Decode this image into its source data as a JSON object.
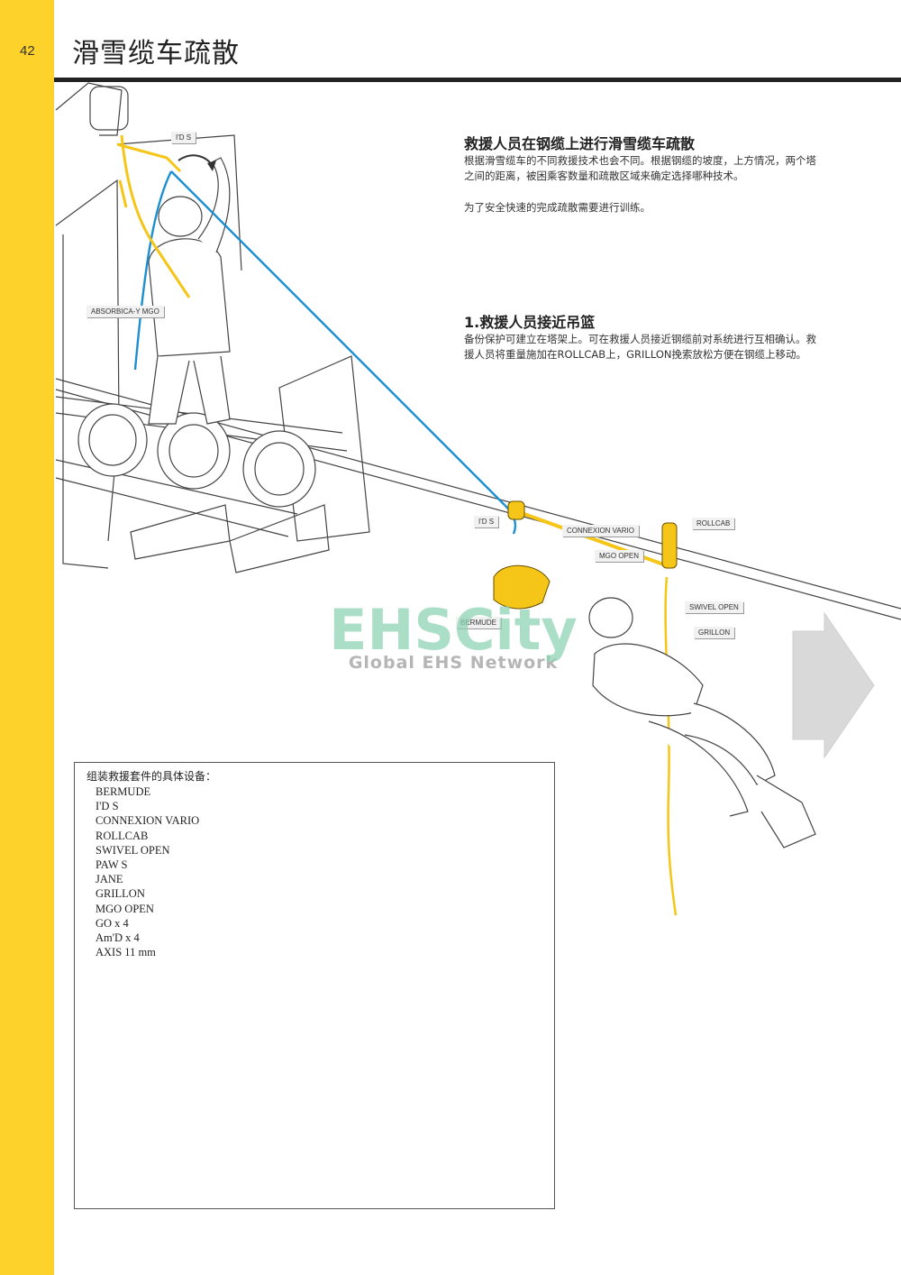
{
  "header": {
    "page_number": "42",
    "title": "滑雪缆车疏散"
  },
  "section1": {
    "heading": "救援人员在钢缆上进行滑雪缆车疏散",
    "paragraphs": [
      "根据滑雪缆车的不同救援技术也会不同。根据钢缆的坡度，上方情况，两个塔之间的距离，被困乘客数量和疏散区域来确定选择哪种技术。",
      "为了安全快速的完成疏散需要进行训练。"
    ]
  },
  "section2": {
    "heading": "1.救援人员接近吊篮",
    "paragraph": "备份保护可建立在塔架上。可在救援人员接近钢缆前对系统进行互相确认。救援人员将重量施加在ROLLCAB上，GRILLON挽索放松方便在钢缆上移动。"
  },
  "labels": {
    "ids_top": "I'D S",
    "absorbica": "ABSORBICA-Y MGO",
    "ids_mid": "I'D S",
    "connexion": "CONNEXION VARIO",
    "rollcab": "ROLLCAB",
    "mgo_open": "MGO OPEN",
    "swivel": "SWIVEL OPEN",
    "grillon": "GRILLON",
    "bermude": "BERMUDE"
  },
  "watermark": {
    "main": "EHSCity",
    "sub": "Global EHS Network"
  },
  "equipment": {
    "title": "组装救援套件的具体设备：",
    "items": [
      "BERMUDE",
      "I'D S",
      "CONNEXION VARIO",
      "ROLLCAB",
      "SWIVEL OPEN",
      "PAW S",
      "JANE",
      "GRILLON",
      "MGO OPEN",
      "GO x 4",
      "Am'D x 4",
      "AXIS 11 mm"
    ]
  },
  "colors": {
    "sidebar": "#fdd22a",
    "rope_blue": "#1c8fd0",
    "equipment_yellow": "#f5c518",
    "title_bar": "#222222"
  },
  "icons": [
    "arrow-right-icon",
    "scissors-icon",
    "rotation-arrow-icon"
  ]
}
